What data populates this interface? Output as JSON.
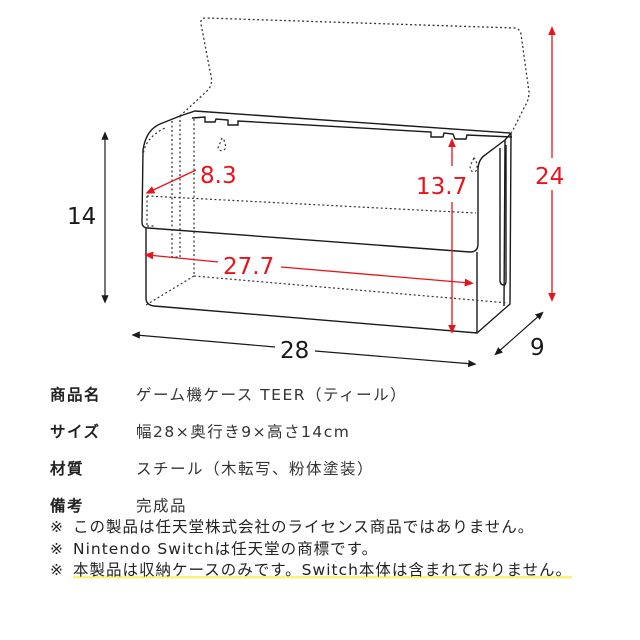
{
  "diagram": {
    "dimensions": {
      "inner_depth": "8.3",
      "inner_width": "27.7",
      "inner_height": "13.7",
      "open_height": "24",
      "height": "14",
      "width": "28",
      "depth": "9"
    },
    "colors": {
      "dimension_red": "#e8141c",
      "line": "#1a1a1a",
      "highlight": "#fbf27a"
    }
  },
  "specs": [
    {
      "label": "商品名",
      "value": "ゲーム機ケース TEER（ティール）"
    },
    {
      "label": "サイズ",
      "value": "幅28×奥行き9×高さ14cm"
    },
    {
      "label": "材質",
      "value": "スチール（木転写、粉体塗装）"
    },
    {
      "label": "備考",
      "value": "完成品"
    }
  ],
  "notes": [
    {
      "mark": "※",
      "text": "この製品は任天堂株式会社のライセンス商品ではありません。"
    },
    {
      "mark": "※",
      "text": "Nintendo Switchは任天堂の商標です。"
    },
    {
      "mark": "※",
      "text": "本製品は収納ケースのみです。Switch本体は含まれておりません。"
    }
  ]
}
